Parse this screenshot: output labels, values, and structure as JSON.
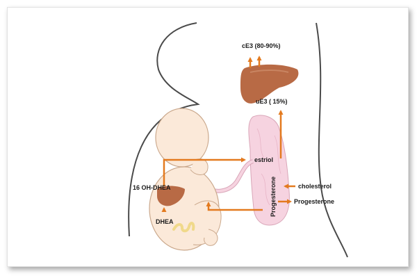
{
  "labels": {
    "conjugated_estriol": "cE3 (80-90%)",
    "unconjugated_estriol": "uE3 ( 15%)",
    "estriol": "estriol",
    "hydroxy_dhea": "16 OH-DHEA",
    "dhea": "DHEA",
    "cholesterol": "cholesterol",
    "progesterone_out": "Progesterone",
    "progesterone_placenta": "Progesterone"
  },
  "colors": {
    "arrow": "#e37a1f",
    "liver": "#b86a45",
    "placenta": "#f6d3e0",
    "skin": "#fbe9d9",
    "outline": "#4a4a4a",
    "adrenal": "#f0d98a"
  }
}
